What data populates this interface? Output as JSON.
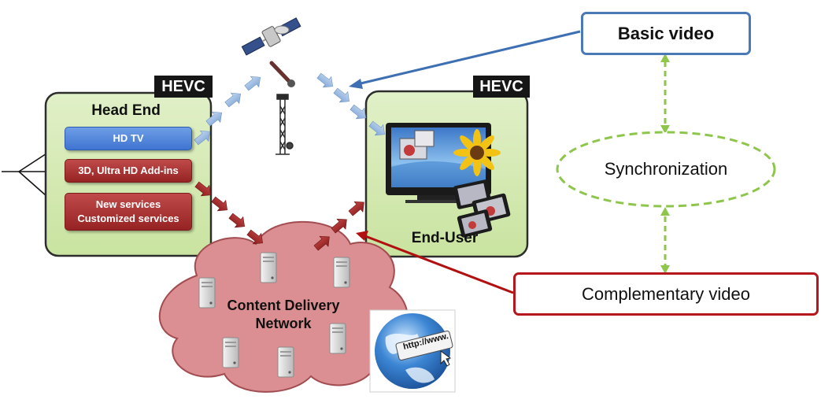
{
  "head_end": {
    "title": "Head End",
    "codec_badge": "HEVC",
    "services": [
      {
        "label": "HD TV"
      },
      {
        "label": "3D, Ultra HD Add-ins"
      },
      {
        "label_line1": "New services",
        "label_line2": "Customized services"
      }
    ]
  },
  "end_user": {
    "title": "End-User",
    "codec_badge": "HEVC"
  },
  "cdn": {
    "label_line1": "Content Delivery",
    "label_line2": "Network"
  },
  "globe": {
    "url_text": "http://www."
  },
  "callouts": {
    "basic_video": "Basic video",
    "synchronization": "Synchronization",
    "complementary_video": "Complementary video"
  },
  "icons": {
    "satellite": "satellite-icon",
    "tower": "broadcast-tower-icon",
    "tv": "tv-icon",
    "tablets": "tablet-icon",
    "servers": "server-icon",
    "globe": "globe-icon"
  },
  "colors": {
    "box_fill": "#d4e9b2",
    "box_border": "#2d2d2d",
    "blue_arrow": "#3f6fb3",
    "red_arrow": "#b01010",
    "green_dashed": "#8ec64c",
    "cloud_fill": "#dc8f92",
    "basic_border": "#4a79b5",
    "complementary_border": "#b5171c"
  }
}
